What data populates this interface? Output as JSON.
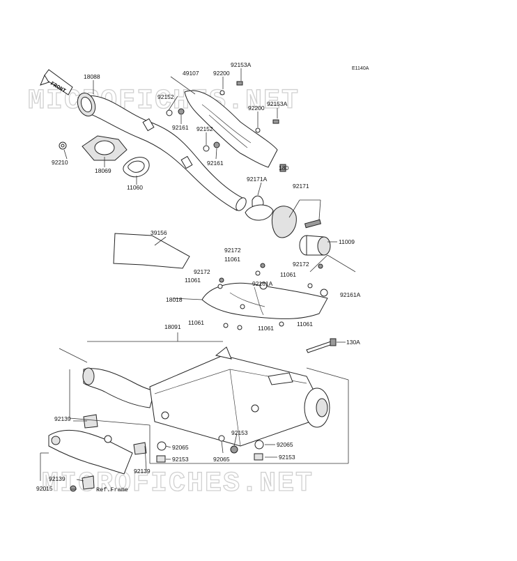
{
  "diagram": {
    "code": "E1140A",
    "watermark": "MICROFICHES.NET",
    "front_label": "FRONT",
    "ref_frame": "Ref.Frame"
  },
  "callouts": [
    {
      "id": "18088",
      "text": "18088"
    },
    {
      "id": "49107",
      "text": "49107"
    },
    {
      "id": "92200a",
      "text": "92200"
    },
    {
      "id": "92153Aa",
      "text": "92153A"
    },
    {
      "id": "92152a",
      "text": "92152"
    },
    {
      "id": "92161a",
      "text": "92161"
    },
    {
      "id": "92200b",
      "text": "92200"
    },
    {
      "id": "92153Ab",
      "text": "92153A"
    },
    {
      "id": "92152b",
      "text": "92152"
    },
    {
      "id": "92161b",
      "text": "92161"
    },
    {
      "id": "92210",
      "text": "92210"
    },
    {
      "id": "18069",
      "text": "18069"
    },
    {
      "id": "11060",
      "text": "11060"
    },
    {
      "id": "130",
      "text": "130"
    },
    {
      "id": "92171A",
      "text": "92171A"
    },
    {
      "id": "92171",
      "text": "92171"
    },
    {
      "id": "39156",
      "text": "39156"
    },
    {
      "id": "11009",
      "text": "11009"
    },
    {
      "id": "92172a",
      "text": "92172"
    },
    {
      "id": "11061a",
      "text": "11061"
    },
    {
      "id": "92172b",
      "text": "92172"
    },
    {
      "id": "92172c",
      "text": "92172"
    },
    {
      "id": "11061b",
      "text": "11061"
    },
    {
      "id": "92161Aa",
      "text": "92161A"
    },
    {
      "id": "11061c",
      "text": "11061"
    },
    {
      "id": "18018",
      "text": "18018"
    },
    {
      "id": "92161Ab",
      "text": "92161A"
    },
    {
      "id": "11061d",
      "text": "11061"
    },
    {
      "id": "11061e",
      "text": "11061"
    },
    {
      "id": "11061f",
      "text": "11061"
    },
    {
      "id": "18091",
      "text": "18091"
    },
    {
      "id": "130A",
      "text": "130A"
    },
    {
      "id": "92139a",
      "text": "92139"
    },
    {
      "id": "92065a",
      "text": "92065"
    },
    {
      "id": "92153a",
      "text": "92153"
    },
    {
      "id": "92153b",
      "text": "92153"
    },
    {
      "id": "92065b",
      "text": "92065"
    },
    {
      "id": "92065c",
      "text": "92065"
    },
    {
      "id": "92153c",
      "text": "92153"
    },
    {
      "id": "92139b",
      "text": "92139"
    },
    {
      "id": "92139c",
      "text": "92139"
    },
    {
      "id": "92015",
      "text": "92015"
    }
  ]
}
